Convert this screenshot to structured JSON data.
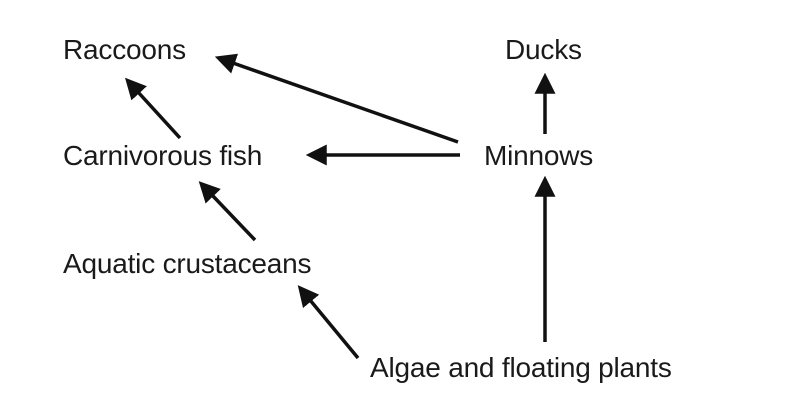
{
  "nodes": {
    "raccoons": "Raccoons",
    "ducks": "Ducks",
    "carnivorous_fish": "Carnivorous fish",
    "minnows": "Minnows",
    "aquatic_crustaceans": "Aquatic crustaceans",
    "algae": "Algae and floating plants"
  },
  "edges": [
    {
      "from": "minnows",
      "to": "raccoons"
    },
    {
      "from": "minnows",
      "to": "carnivorous_fish"
    },
    {
      "from": "minnows",
      "to": "ducks"
    },
    {
      "from": "carnivorous_fish",
      "to": "raccoons"
    },
    {
      "from": "aquatic_crustaceans",
      "to": "carnivorous_fish"
    },
    {
      "from": "algae",
      "to": "aquatic_crustaceans"
    },
    {
      "from": "algae",
      "to": "minnows"
    }
  ],
  "colors": {
    "arrow": "#111111",
    "text": "#1a1a1a",
    "background": "#ffffff"
  }
}
